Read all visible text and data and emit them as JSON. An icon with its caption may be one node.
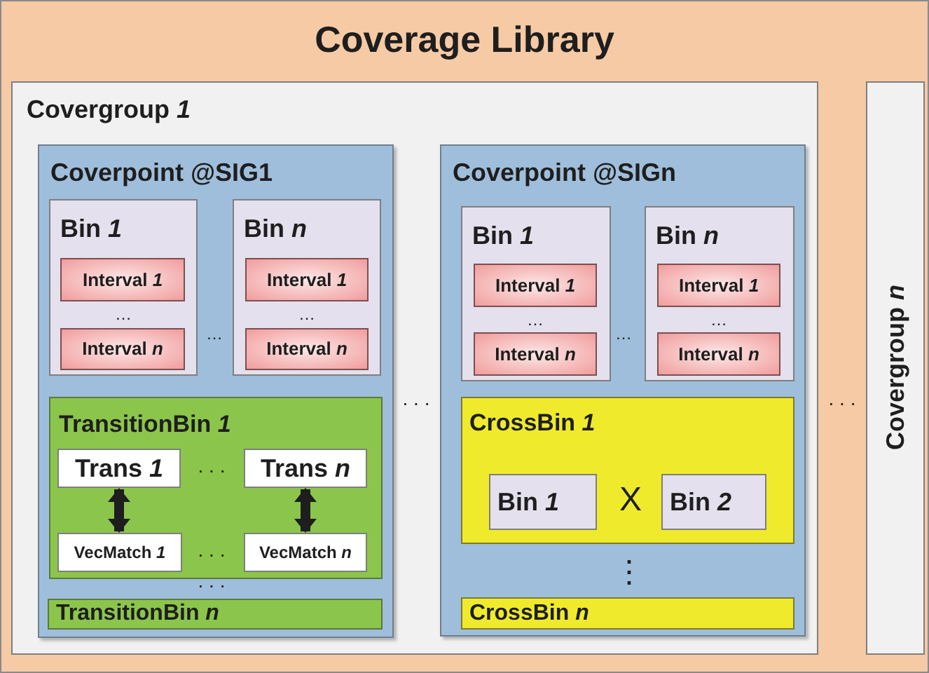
{
  "diagram": {
    "nodes": [
      {
        "text": [
          "Coverage Library"
        ]
      },
      {
        "text": [
          "Covergroup *1*"
        ],
        "in": 0
      },
      {
        "text": [
          "Coverpoint @SIG1"
        ],
        "in": 1
      },
      {
        "text": [
          "Bin *1*"
        ],
        "in": 2
      },
      {
        "text": [
          "Interval *1*"
        ],
        "in": 3
      },
      {
        "text": [
          "Interval *n*"
        ],
        "in": 3
      },
      {
        "text": [
          "Bin *n*"
        ],
        "in": 2
      },
      {
        "text": [
          "Interval *1*"
        ],
        "in": 6
      },
      {
        "text": [
          "Interval *n*"
        ],
        "in": 6
      },
      {
        "text": [
          "TransitionBin *1*"
        ],
        "in": 2
      },
      {
        "text": [
          "Trans *1*"
        ],
        "in": 9
      },
      {
        "text": [
          "Trans *n*"
        ],
        "in": 9
      },
      {
        "text": [
          "VecMatch *1*"
        ],
        "in": 9
      },
      {
        "text": [
          "VecMatch *n*"
        ],
        "in": 9
      },
      {
        "text": [
          "TransitionBin *n*"
        ],
        "in": 2
      },
      {
        "text": [
          "Coverpoint @SIGn"
        ],
        "in": 1
      },
      {
        "text": [
          "Bin *1*"
        ],
        "in": 15
      },
      {
        "text": [
          "Interval *1*"
        ],
        "in": 16
      },
      {
        "text": [
          "Interval *n*"
        ],
        "in": 16
      },
      {
        "text": [
          "Bin *n*"
        ],
        "in": 15
      },
      {
        "text": [
          "Interval *1*"
        ],
        "in": 19
      },
      {
        "text": [
          "Interval *n*"
        ],
        "in": 19
      },
      {
        "text": [
          "CrossBin *1*"
        ],
        "in": 15
      },
      {
        "text": [
          "Bin *1*"
        ],
        "in": 22
      },
      {
        "text": [
          "Bin *2*"
        ],
        "in": 22
      },
      {
        "text": [
          "CrossBin *n*"
        ],
        "in": 15
      },
      {
        "text": [
          "Covergroup *n*"
        ],
        "in": 0
      }
    ],
    "edges": [
      {
        "from": 10,
        "to": 12,
        "arrow": "both"
      },
      {
        "from": 11,
        "to": 13,
        "arrow": "both"
      }
    ],
    "labels": [
      "…",
      "…",
      "…",
      "…",
      "…",
      "…",
      ". . .",
      ". . .",
      ". . .",
      "X",
      ". . .",
      ". . .",
      "⋮"
    ]
  }
}
